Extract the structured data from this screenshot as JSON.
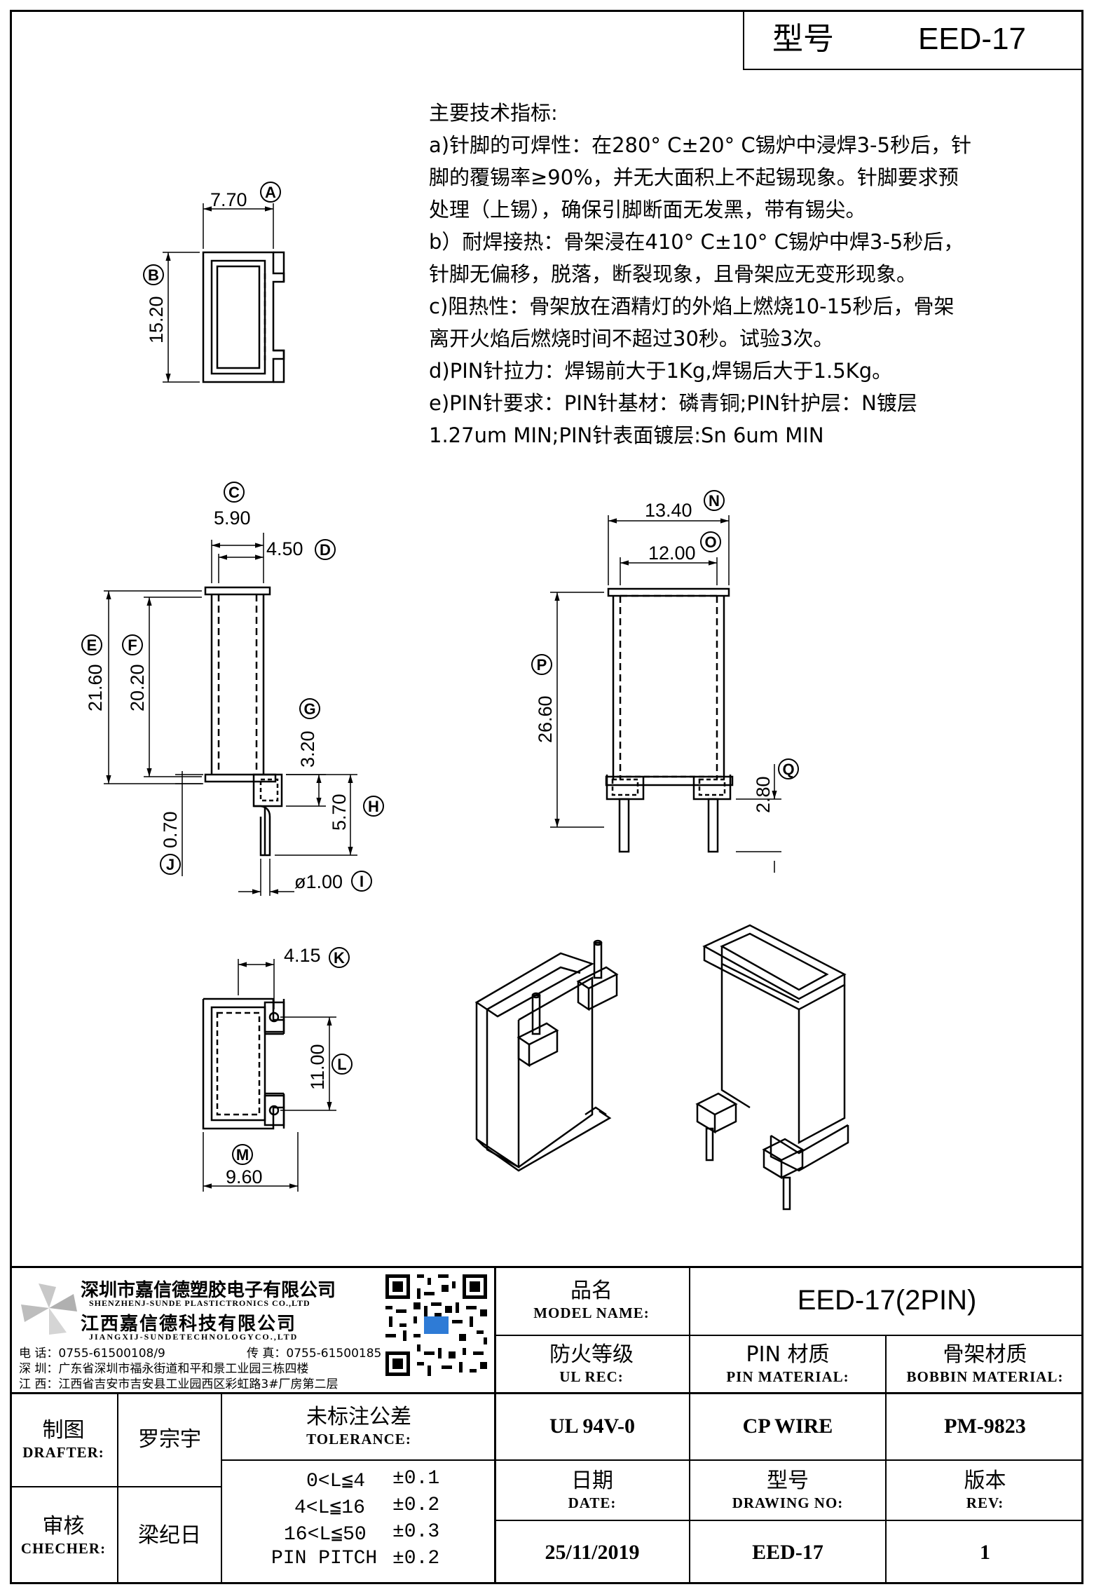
{
  "title_block": {
    "model_label": "型号",
    "model_value": "EED-17"
  },
  "specs": {
    "heading": "主要技术指标:",
    "lines": [
      "a)针脚的可焊性：在280° C±20° C锡炉中浸焊3-5秒后，针",
      "脚的覆锡率≥90%，并无大面积上不起锡现象。针脚要求预",
      "处理（上锡），确保引脚断面无发黑，带有锡尖。",
      "b）耐焊接热：骨架浸在410° C±10° C锡炉中焊3-5秒后，",
      "针脚无偏移，脱落，断裂现象，且骨架应无变形现象。",
      "c)阻热性：骨架放在酒精灯的外焰上燃烧10-15秒后，骨架",
      "离开火焰后燃烧时间不超过30秒。试验3次。",
      "d)PIN针拉力：焊锡前大于1Kg,焊锡后大于1.5Kg。",
      "e)PIN针要求：PIN针基材：磷青铜;PIN针护层：N镀层",
      "1.27um MIN;PIN针表面镀层:Sn 6um MIN"
    ]
  },
  "dimensions": {
    "A": "7.70",
    "B": "15.20",
    "C": "5.90",
    "D": "4.50",
    "E": "21.60",
    "F": "20.20",
    "G": "3.20",
    "H": "5.70",
    "I": "ø1.00",
    "J": "0.70",
    "K": "4.15",
    "L": "11.00",
    "M": "9.60",
    "N": "13.40",
    "O": "12.00",
    "P": "26.60",
    "Q": "2.80"
  },
  "company": {
    "name_cn": "深圳市嘉信德塑胶电子有限公司",
    "name_en": "SHENZHENJ-SUNDE PLASTICTRONICS CO.,LTD",
    "name2_cn": "江西嘉信德科技有限公司",
    "name2_en": "JIANGXIJ-SUNDETECHNOLOGYCO.,LTD",
    "tel": "电  话：0755-61500108/9",
    "fax": "传  真：0755-61500185",
    "addr_sz": "深  圳：广东省深圳市福永街道和平和景工业园三栋四楼",
    "addr_jx": "江  西：江西省吉安市吉安县工业园西区彩虹路3#厂房第二层"
  },
  "table": {
    "product_name_cn": "品名",
    "product_name_en": "MODEL NAME:",
    "product_name_value": "EED-17(2PIN)",
    "ul_cn": "防火等级",
    "ul_en": "UL REC:",
    "ul_value": "UL 94V-0",
    "pin_cn": "PIN 材质",
    "pin_en": "PIN MATERIAL:",
    "pin_value": "CP WIRE",
    "bobbin_cn": "骨架材质",
    "bobbin_en": "BOBBIN MATERIAL:",
    "bobbin_value": "PM-9823",
    "drafter_cn": "制图",
    "drafter_en": "DRAFTER:",
    "drafter_value": "罗宗宇",
    "checker_cn": "审核",
    "checker_en": "CHECHER:",
    "checker_value": "梁纪日",
    "tolerance_cn": "未标注公差",
    "tolerance_en": "TOLERANCE:",
    "tolerances": [
      {
        "range": "0<L≦4",
        "value": "±0.1"
      },
      {
        "range": "4<L≦16",
        "value": "±0.2"
      },
      {
        "range": "16<L≦50",
        "value": "±0.3"
      },
      {
        "range": "PIN PITCH",
        "value": "±0.2"
      }
    ],
    "date_cn": "日期",
    "date_en": "DATE:",
    "date_value": "25/11/2019",
    "drawing_cn": "型号",
    "drawing_en": "DRAWING NO:",
    "drawing_value": "EED-17",
    "rev_cn": "版本",
    "rev_en": "REV:",
    "rev_value": "1"
  }
}
